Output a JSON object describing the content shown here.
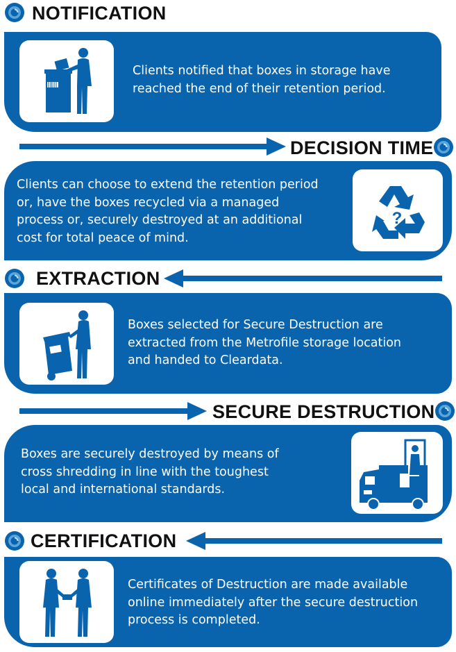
{
  "colors": {
    "brand_blue": "#0a64ad",
    "text_dark": "#111111",
    "white": "#ffffff"
  },
  "steps": [
    {
      "title": "NOTIFICATION",
      "icon": "person-loading-shred-bin-icon",
      "text_lines": [
        "Clients notified that boxes in storage have",
        "reached the end of their retention period."
      ]
    },
    {
      "title": "DECISION TIME",
      "icon": "recycle-question-icon",
      "text_lines": [
        "Clients can choose to extend the retention period",
        "or, have the boxes recycled via a managed",
        "process or, securely destroyed at an additional",
        "cost for total peace of mind."
      ]
    },
    {
      "title": "EXTRACTION",
      "icon": "person-with-wheelie-bin-icon",
      "text_lines": [
        "Boxes selected for Secure Destruction are",
        "extracted from the Metrofile storage location",
        "and handed to Cleardata."
      ]
    },
    {
      "title": "SECURE DESTRUCTION",
      "icon": "shredding-truck-icon",
      "text_lines": [
        "Boxes are securely destroyed by means of",
        "cross shredding in line with the toughest",
        "local and international standards."
      ]
    },
    {
      "title": "CERTIFICATION",
      "icon": "handshake-certificate-icon",
      "text_lines": [
        "Certificates of Destruction are made available",
        "online immediately after the secure destruction",
        "process is completed."
      ]
    }
  ]
}
